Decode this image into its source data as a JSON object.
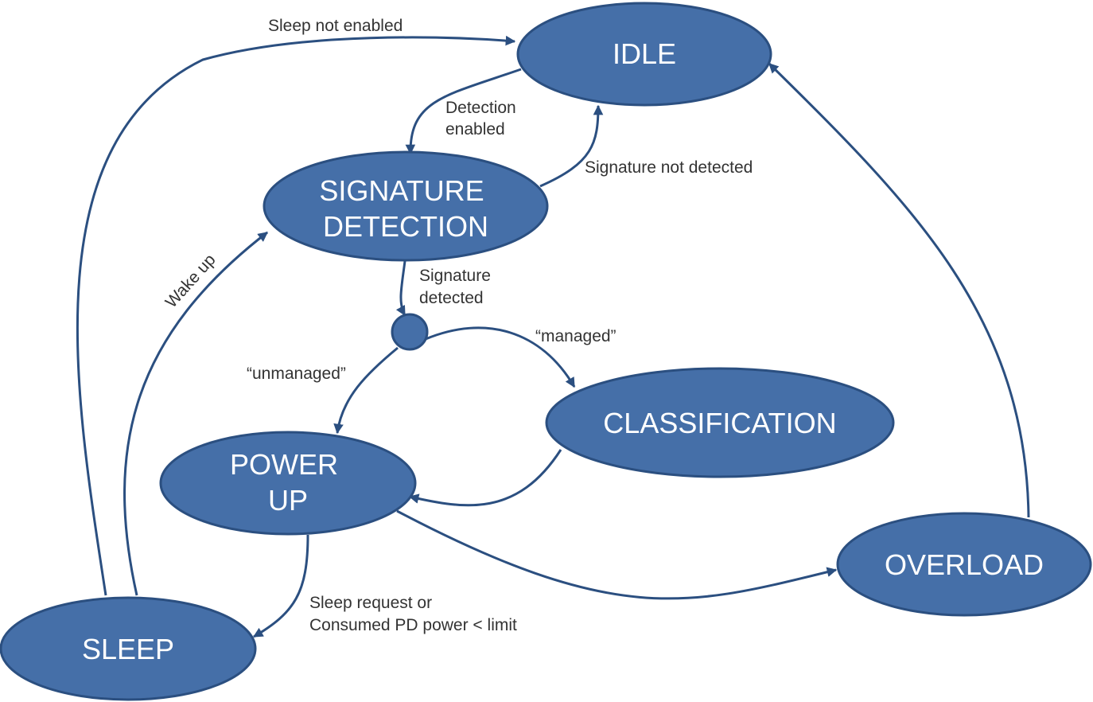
{
  "colors": {
    "state_fill": "#456fa8",
    "state_stroke": "#2b4f80",
    "state_text": "#ffffff",
    "edge": "#2b4f80",
    "label": "#333333"
  },
  "states": {
    "idle": [
      "IDLE"
    ],
    "signature_detection": [
      "SIGNATURE",
      "DETECTION"
    ],
    "classification": [
      "CLASSIFICATION"
    ],
    "power_up": [
      "POWER",
      "UP"
    ],
    "sleep": [
      "SLEEP"
    ],
    "overload": [
      "OVERLOAD"
    ]
  },
  "transitions": {
    "sleep_not_enabled": [
      "Sleep not enabled"
    ],
    "detection_enabled": [
      "Detection",
      "enabled"
    ],
    "signature_not_detected": [
      "Signature not detected"
    ],
    "signature_detected": [
      "Signature",
      "detected"
    ],
    "wake_up": [
      "Wake up"
    ],
    "managed": [
      "“managed”"
    ],
    "unmanaged": [
      "“unmanaged”"
    ],
    "sleep_request": [
      "Sleep request or",
      "Consumed PD power < limit"
    ]
  }
}
